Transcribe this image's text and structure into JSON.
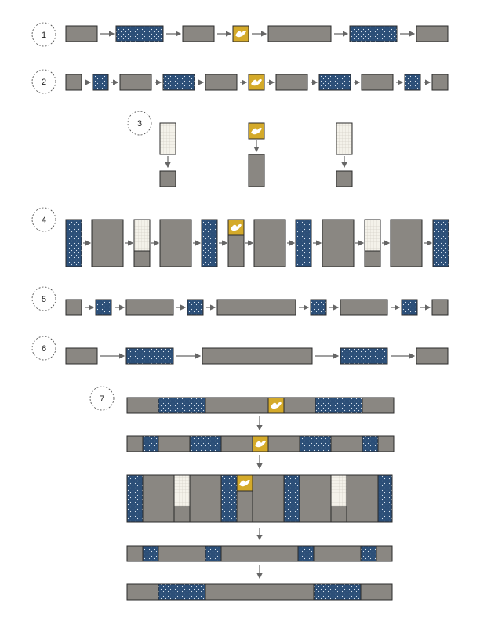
{
  "colors": {
    "gray": "#8a8782",
    "navy": "#2c4f78",
    "gold": "#d4aa2a",
    "cream": "#f4f2ea",
    "stroke": "#2b2b2b",
    "arrow": "#666666"
  },
  "steps": [
    {
      "label": "1"
    },
    {
      "label": "2"
    },
    {
      "label": "3"
    },
    {
      "label": "4"
    },
    {
      "label": "5"
    },
    {
      "label": "6"
    },
    {
      "label": "7"
    }
  ]
}
